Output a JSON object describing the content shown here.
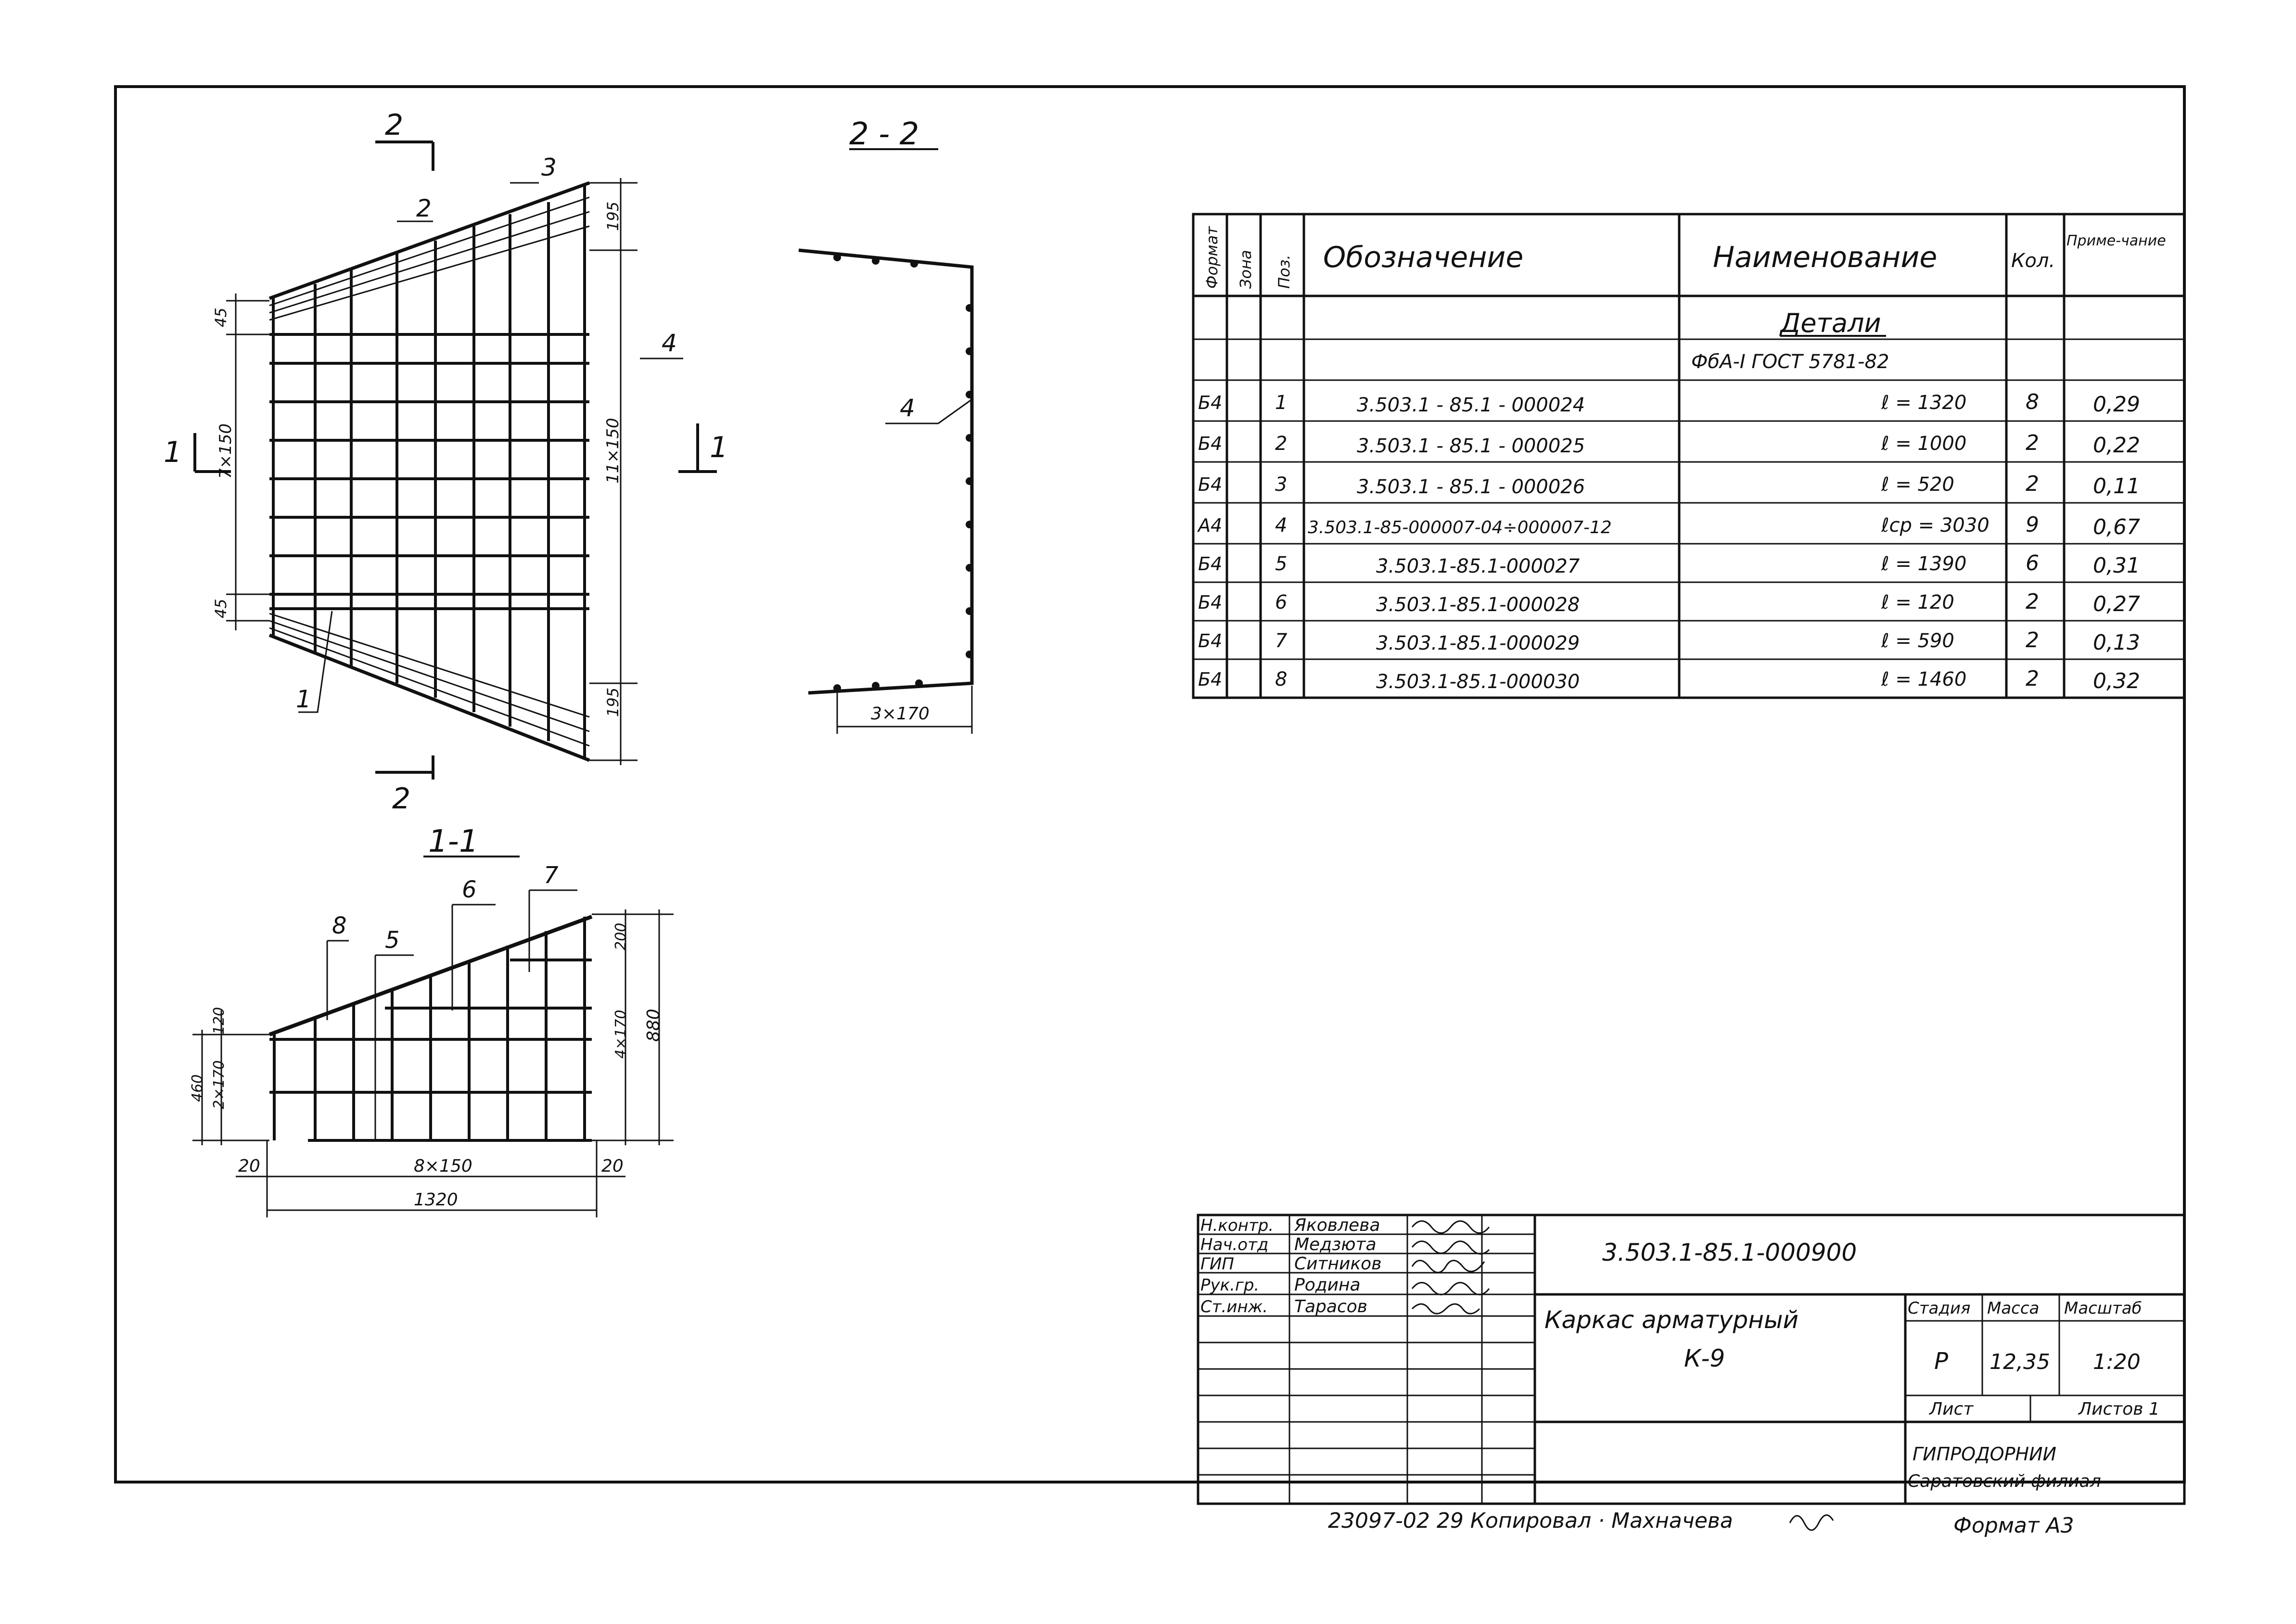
{
  "sections": {
    "view": {
      "cut_top": "2",
      "cut_bottom": "2",
      "cut_left": "1",
      "cut_right": "1",
      "pos_1": "1",
      "pos_2": "2",
      "pos_3": "3",
      "pos_4": "4"
    },
    "view_dims": {
      "top_left": "45",
      "bottom_left": "45",
      "left_span": "7×150",
      "right_top": "195",
      "right_span": "11×150",
      "right_bottom": "195"
    },
    "s22": {
      "title": "2 - 2",
      "pos_4": "4",
      "dim": "3×170"
    },
    "s11": {
      "title": "1-1",
      "pos_8": "8",
      "pos_5": "5",
      "pos_6": "6",
      "pos_7": "7",
      "dim_120": "120",
      "dim_2x170": "2×170",
      "dim_460": "460",
      "dim_200": "200",
      "dim_4x170": "4×170",
      "dim_880": "880",
      "dim_20a": "20",
      "dim_8x150": "8×150",
      "dim_20b": "20",
      "dim_1320": "1320"
    }
  },
  "spec": {
    "headers": {
      "format": "Формат",
      "zone": "Зона",
      "pos": "Поз.",
      "designation": "Обозначение",
      "name": "Наименование",
      "qty": "Кол.",
      "note": "Приме-чание"
    },
    "section_title": "Детали",
    "material": "ФбА-I  ГОСТ 5781-82",
    "rows": [
      {
        "format": "Б4",
        "pos": "1",
        "designation": "3.503.1 - 85.1 - 000024",
        "name": "ℓ = 1320",
        "qty": "8",
        "note": "0,29"
      },
      {
        "format": "Б4",
        "pos": "2",
        "designation": "3.503.1 - 85.1 - 000025",
        "name": "ℓ = 1000",
        "qty": "2",
        "note": "0,22"
      },
      {
        "format": "Б4",
        "pos": "3",
        "designation": "3.503.1 - 85.1 - 000026",
        "name": "ℓ = 520",
        "qty": "2",
        "note": "0,11"
      },
      {
        "format": "А4",
        "pos": "4",
        "designation": "3.503.1-85-000007-04÷000007-12",
        "name": "ℓср = 3030",
        "qty": "9",
        "note": "0,67"
      },
      {
        "format": "Б4",
        "pos": "5",
        "designation": "3.503.1-85.1-000027",
        "name": "ℓ = 1390",
        "qty": "6",
        "note": "0,31"
      },
      {
        "format": "Б4",
        "pos": "6",
        "designation": "3.503.1-85.1-000028",
        "name": "ℓ = 120",
        "qty": "2",
        "note": "0,27"
      },
      {
        "format": "Б4",
        "pos": "7",
        "designation": "3.503.1-85.1-000029",
        "name": "ℓ = 590",
        "qty": "2",
        "note": "0,13"
      },
      {
        "format": "Б4",
        "pos": "8",
        "designation": "3.503.1-85.1-000030",
        "name": "ℓ = 1460",
        "qty": "2",
        "note": "0,32"
      }
    ]
  },
  "title_block": {
    "roles": [
      {
        "role": "Н.контр.",
        "name": "Яковлева"
      },
      {
        "role": "Нач.отд",
        "name": "Медзюта"
      },
      {
        "role": "ГИП",
        "name": "Ситников"
      },
      {
        "role": "Рук.гр.",
        "name": "Родина"
      },
      {
        "role": "Ст.инж.",
        "name": "Тарасов"
      }
    ],
    "document_code": "3.503.1-85.1-000900",
    "title_line1": "Каркас   арматурный",
    "title_line2": "К-9",
    "stage_label": "Стадия",
    "mass_label": "Масса",
    "scale_label": "Масштаб",
    "stage": "Р",
    "mass": "12,35",
    "scale": "1:20",
    "sheet_label": "Лист",
    "sheets_label": "Листов 1",
    "org_line1": "ГИПРОДОРНИИ",
    "org_line2": "Саратовский филиал"
  },
  "footer": {
    "left": "23097-02   29 Копировал · Махначева",
    "format": "Формат А3"
  }
}
